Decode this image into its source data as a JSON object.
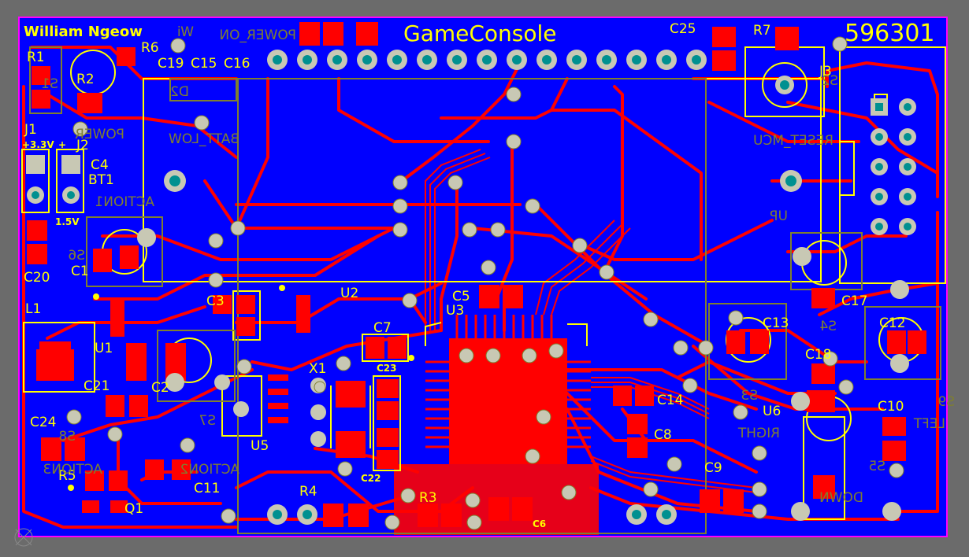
{
  "board": {
    "title": "GameConsole",
    "board_id": "596301",
    "author": "William Ngeow"
  },
  "colors": {
    "background": "#6b6b6b",
    "board_fill": "#0000ff",
    "copper": "#ff0000",
    "silkscreen": "#ffff00",
    "bottom_silk": "#7f7f30",
    "outline": "#ff00ff",
    "pad_ring": "#c8c8b4",
    "via_hole": "#009090"
  },
  "labels": {
    "R1": "R1",
    "R2": "R2",
    "R3": "R3",
    "R4": "R4",
    "R5": "R5",
    "R6": "R6",
    "R7": "R7",
    "C1": "C1",
    "C2": "C2",
    "C3": "C3",
    "C4": "C4",
    "C5": "C5",
    "C6": "C6",
    "C7": "C7",
    "C8": "C8",
    "C9": "C9",
    "C10": "C10",
    "C11": "C11",
    "C12": "C12",
    "C13": "C13",
    "C14": "C14",
    "C15": "C15",
    "C16": "C16",
    "C17": "C17",
    "C18": "C18",
    "C19": "C19",
    "C20": "C20",
    "C21": "C21",
    "C22": "C22",
    "C23": "C23",
    "C24": "C24",
    "C25": "C25",
    "U1": "U1",
    "U2": "U2",
    "U3": "U3",
    "U5": "U5",
    "U6": "U6",
    "J1": "J1",
    "J2": "J2",
    "J3": "J3",
    "L1": "L1",
    "X1": "X1",
    "Q1": "Q1",
    "BT1": "BT1",
    "v33": "+3.3V",
    "plus": "+",
    "v15": "1.5V"
  },
  "mirrored_labels": {
    "power_on": "POWER_ON",
    "batt_low": "BATT_LOW",
    "power": "POWER",
    "action1": "ACTION1",
    "action2": "ACTION2",
    "action3": "ACTION3",
    "reset_mcu": "RESET_MCU",
    "up": "UP",
    "down": "DOWN",
    "right": "RIGHT",
    "left": "LEFT",
    "d2": "D2",
    "s1": "S1",
    "s2": "S2",
    "s3": "S3",
    "s4": "S4",
    "s5": "S5",
    "s6": "S6",
    "s7": "S7",
    "s8": "S8",
    "s9": "S9",
    "wi": "Wi"
  }
}
